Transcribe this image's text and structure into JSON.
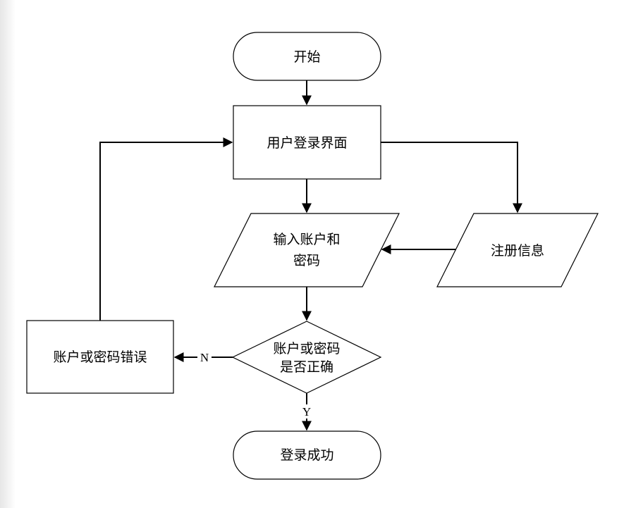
{
  "diagram": {
    "nodes": {
      "start": {
        "label": "开始"
      },
      "login_ui": {
        "label": "用户登录界面"
      },
      "input": {
        "line1": "输入账户和",
        "line2": "密码"
      },
      "register": {
        "label": "注册信息"
      },
      "check": {
        "line1": "账户或密码",
        "line2": "是否正确"
      },
      "error": {
        "label": "账户或密码错误"
      },
      "success": {
        "label": "登录成功"
      }
    },
    "edges": {
      "no_label": "N",
      "yes_label": "Y"
    }
  }
}
